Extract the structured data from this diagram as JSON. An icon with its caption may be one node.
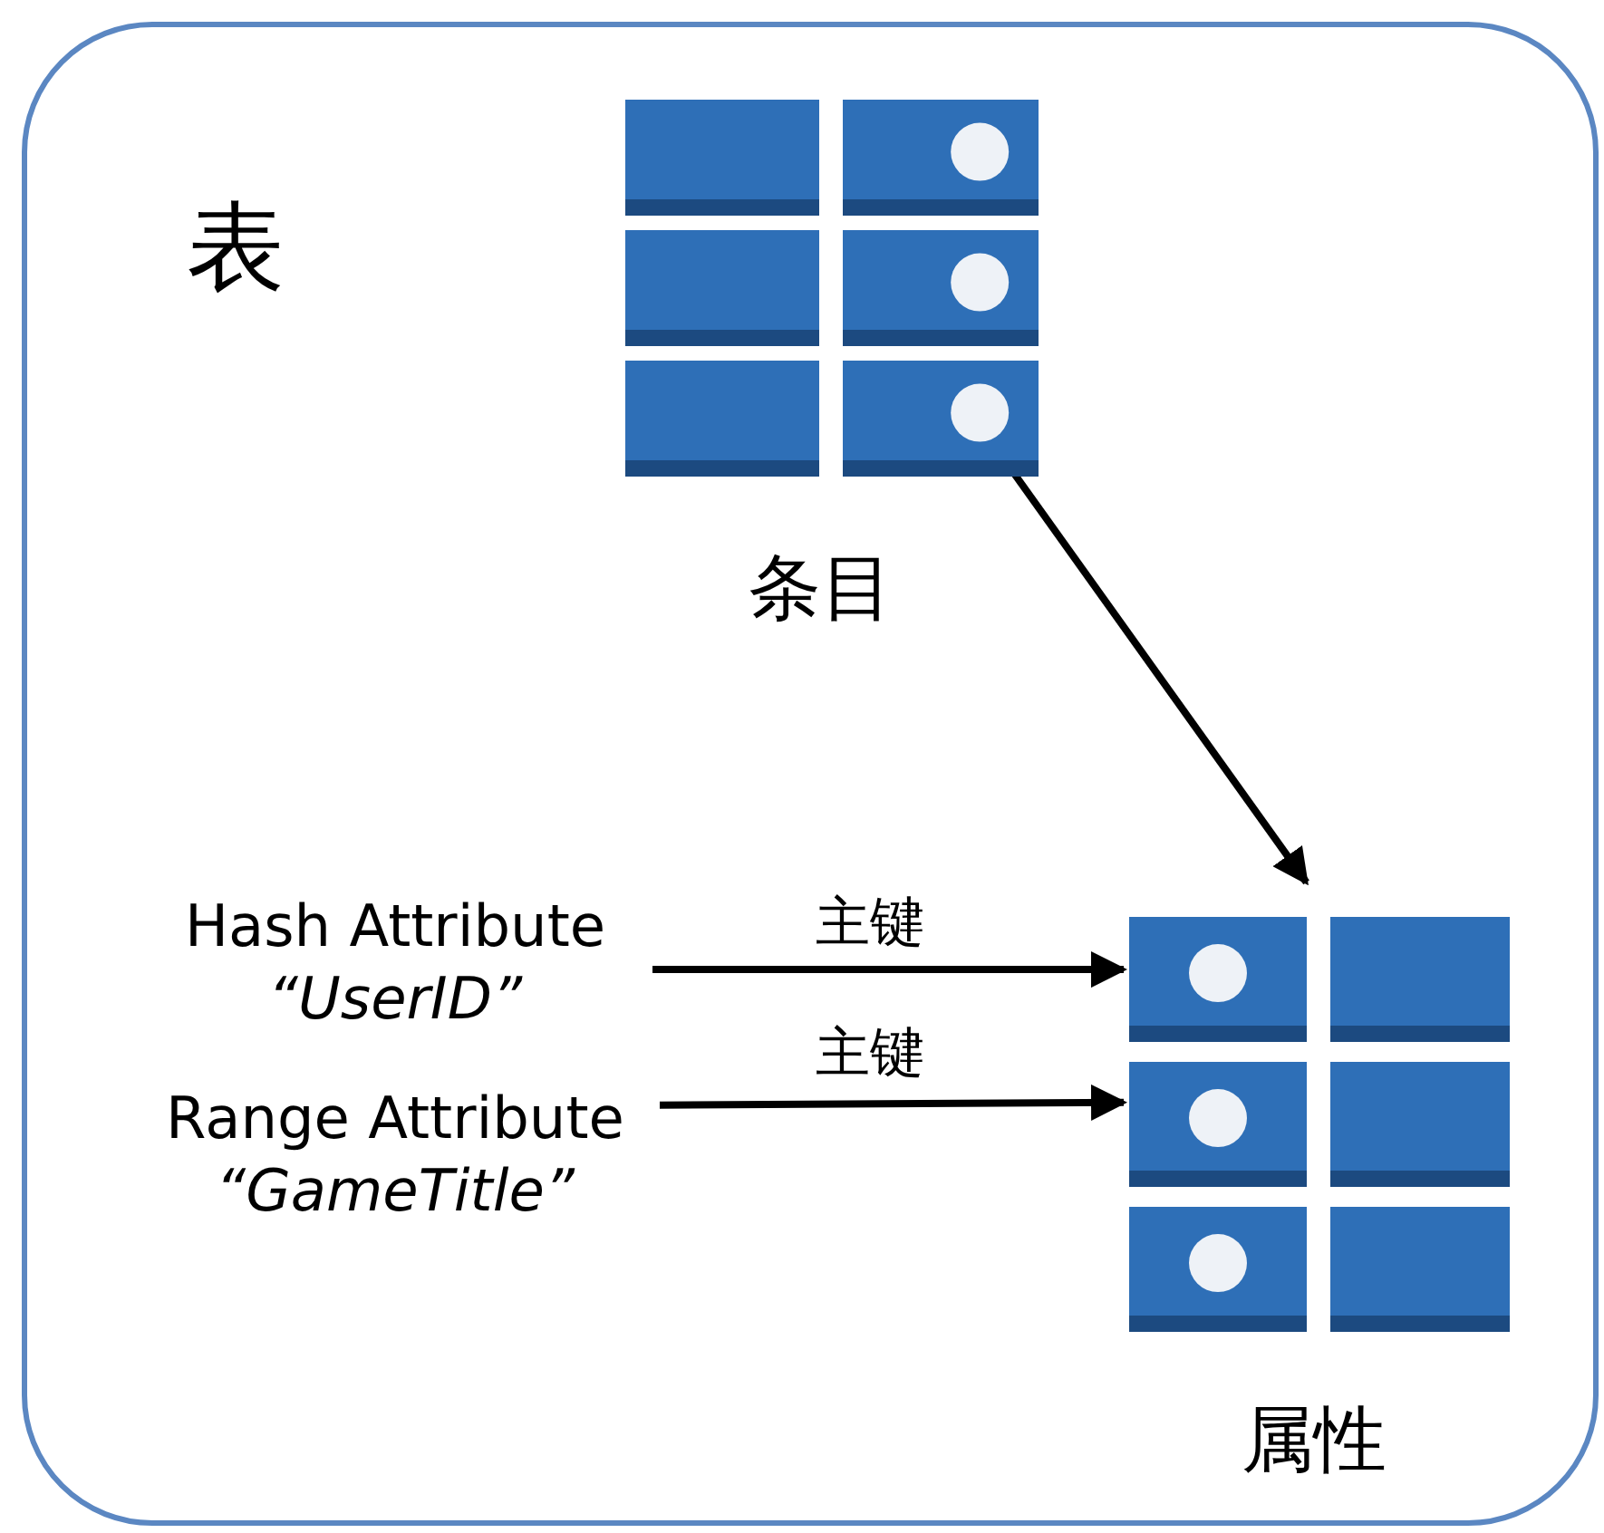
{
  "diagram": {
    "nodes": [
      {
        "text": [
          "表"
        ]
      },
      {
        "text": [],
        "shape": "box",
        "beside": [
          "条目"
        ],
        "in": 0
      },
      {
        "text": [],
        "shape": "box",
        "beside": [
          "属性"
        ],
        "in": 0
      },
      {
        "text": [
          "Hash Attribute",
          "“UserID”"
        ],
        "in": 0
      },
      {
        "text": [
          "Range Attribute",
          "“GameTitle”"
        ],
        "in": 0
      }
    ],
    "edges": [
      {
        "from": 1,
        "to": 2,
        "arrow": "to"
      },
      {
        "from": 3,
        "to": 2,
        "label": "主键",
        "arrow": "to"
      },
      {
        "from": 4,
        "to": 2,
        "label": "主键",
        "arrow": "to"
      }
    ]
  }
}
